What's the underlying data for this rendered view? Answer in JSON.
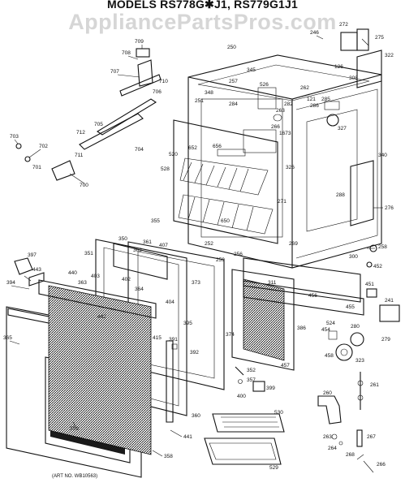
{
  "title": "MODELS RS778G✱J1, RS779G1J1",
  "watermark": "AppliancePartsPros.com",
  "art_note": "(ART NO. WB10563)",
  "labels": [
    {
      "id": "p709",
      "text": "709"
    },
    {
      "id": "p708",
      "text": "708"
    },
    {
      "id": "p707",
      "text": "707"
    },
    {
      "id": "p710",
      "text": "710"
    },
    {
      "id": "p706",
      "text": "706"
    },
    {
      "id": "p705",
      "text": "705"
    },
    {
      "id": "p712",
      "text": "712"
    },
    {
      "id": "p704",
      "text": "704"
    },
    {
      "id": "p703",
      "text": "703"
    },
    {
      "id": "p702",
      "text": "702"
    },
    {
      "id": "p711",
      "text": "711"
    },
    {
      "id": "p701",
      "text": "701"
    },
    {
      "id": "p700",
      "text": "700"
    },
    {
      "id": "p250",
      "text": "250"
    },
    {
      "id": "p345",
      "text": "345"
    },
    {
      "id": "p257",
      "text": "257"
    },
    {
      "id": "p526",
      "text": "526"
    },
    {
      "id": "p262",
      "text": "262"
    },
    {
      "id": "p121",
      "text": "121"
    },
    {
      "id": "p272",
      "text": "272"
    },
    {
      "id": "p275",
      "text": "275"
    },
    {
      "id": "p246",
      "text": "246"
    },
    {
      "id": "p322",
      "text": "322"
    },
    {
      "id": "p126",
      "text": "126"
    },
    {
      "id": "p308",
      "text": "308"
    },
    {
      "id": "p348",
      "text": "348"
    },
    {
      "id": "p251",
      "text": "251"
    },
    {
      "id": "p284",
      "text": "284"
    },
    {
      "id": "p263",
      "text": "263"
    },
    {
      "id": "p266",
      "text": "266"
    },
    {
      "id": "p327",
      "text": "327"
    },
    {
      "id": "p285",
      "text": "285"
    },
    {
      "id": "p1673",
      "text": "1673"
    },
    {
      "id": "p520",
      "text": "520"
    },
    {
      "id": "p528",
      "text": "528"
    },
    {
      "id": "p340",
      "text": "340"
    },
    {
      "id": "p276",
      "text": "276"
    },
    {
      "id": "p288",
      "text": "288"
    },
    {
      "id": "p271",
      "text": "271"
    },
    {
      "id": "p650",
      "text": "650"
    },
    {
      "id": "p355",
      "text": "355"
    },
    {
      "id": "p252",
      "text": "252"
    },
    {
      "id": "p269",
      "text": "269"
    },
    {
      "id": "p258",
      "text": "258"
    },
    {
      "id": "p259",
      "text": "259"
    },
    {
      "id": "p311",
      "text": "311"
    },
    {
      "id": "p300",
      "text": "300"
    },
    {
      "id": "p256",
      "text": "256"
    },
    {
      "id": "p452",
      "text": "452"
    },
    {
      "id": "p451",
      "text": "451"
    },
    {
      "id": "p397",
      "text": "397"
    },
    {
      "id": "p443",
      "text": "443"
    },
    {
      "id": "p440",
      "text": "440"
    },
    {
      "id": "p403",
      "text": "403"
    },
    {
      "id": "p351",
      "text": "351"
    },
    {
      "id": "p350",
      "text": "350"
    },
    {
      "id": "p361",
      "text": "361"
    },
    {
      "id": "p362",
      "text": "362"
    },
    {
      "id": "p407",
      "text": "407"
    },
    {
      "id": "p402",
      "text": "402"
    },
    {
      "id": "p373",
      "text": "373"
    },
    {
      "id": "p363",
      "text": "363"
    },
    {
      "id": "p364",
      "text": "364"
    },
    {
      "id": "p394",
      "text": "394"
    },
    {
      "id": "p404",
      "text": "404"
    },
    {
      "id": "p442",
      "text": "442"
    },
    {
      "id": "p374",
      "text": "374"
    },
    {
      "id": "p395",
      "text": "395"
    },
    {
      "id": "p365",
      "text": "365"
    },
    {
      "id": "p415",
      "text": "415"
    },
    {
      "id": "p391",
      "text": "391"
    },
    {
      "id": "p392",
      "text": "392"
    },
    {
      "id": "p456",
      "text": "456"
    },
    {
      "id": "p455",
      "text": "455"
    },
    {
      "id": "p386",
      "text": "386"
    },
    {
      "id": "p454",
      "text": "454"
    },
    {
      "id": "p241",
      "text": "241"
    },
    {
      "id": "p280",
      "text": "280"
    },
    {
      "id": "p524",
      "text": "524"
    },
    {
      "id": "p279",
      "text": "279"
    },
    {
      "id": "p458",
      "text": "458"
    },
    {
      "id": "p457",
      "text": "457"
    },
    {
      "id": "p323",
      "text": "323"
    },
    {
      "id": "p352",
      "text": "352"
    },
    {
      "id": "p357",
      "text": "357"
    },
    {
      "id": "p399",
      "text": "399"
    },
    {
      "id": "p400",
      "text": "400"
    },
    {
      "id": "p261",
      "text": "261"
    },
    {
      "id": "p260",
      "text": "260"
    },
    {
      "id": "p359",
      "text": "359"
    },
    {
      "id": "p360",
      "text": "360"
    },
    {
      "id": "p530",
      "text": "530"
    },
    {
      "id": "p441",
      "text": "441"
    },
    {
      "id": "p358",
      "text": "358"
    },
    {
      "id": "p529",
      "text": "529"
    },
    {
      "id": "p263b",
      "text": "263"
    },
    {
      "id": "p264",
      "text": "264"
    },
    {
      "id": "p267",
      "text": "267"
    },
    {
      "id": "p266b",
      "text": "266"
    },
    {
      "id": "p268",
      "text": "268"
    },
    {
      "id": "p652",
      "text": "652"
    },
    {
      "id": "p656",
      "text": "656"
    },
    {
      "id": "p326",
      "text": "326"
    },
    {
      "id": "p286",
      "text": "286"
    },
    {
      "id": "p282",
      "text": "282"
    }
  ]
}
